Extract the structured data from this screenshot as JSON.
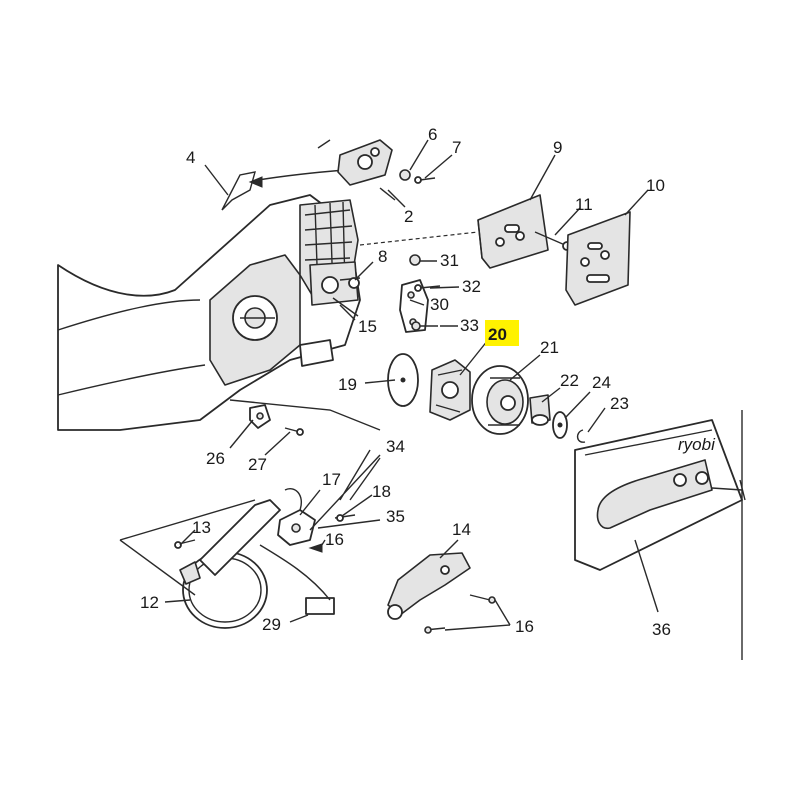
{
  "diagram": {
    "callouts": [
      {
        "id": "4",
        "label": "4"
      },
      {
        "id": "6",
        "label": "6"
      },
      {
        "id": "7",
        "label": "7"
      },
      {
        "id": "2",
        "label": "2"
      },
      {
        "id": "9",
        "label": "9"
      },
      {
        "id": "10",
        "label": "10"
      },
      {
        "id": "11",
        "label": "11"
      },
      {
        "id": "8",
        "label": "8"
      },
      {
        "id": "31",
        "label": "31"
      },
      {
        "id": "32",
        "label": "32"
      },
      {
        "id": "30",
        "label": "30"
      },
      {
        "id": "33",
        "label": "33"
      },
      {
        "id": "15",
        "label": "15"
      },
      {
        "id": "20",
        "label": "20"
      },
      {
        "id": "21",
        "label": "21"
      },
      {
        "id": "19",
        "label": "19"
      },
      {
        "id": "22",
        "label": "22"
      },
      {
        "id": "24",
        "label": "24"
      },
      {
        "id": "23",
        "label": "23"
      },
      {
        "id": "26",
        "label": "26"
      },
      {
        "id": "27",
        "label": "27"
      },
      {
        "id": "34",
        "label": "34"
      },
      {
        "id": "17",
        "label": "17"
      },
      {
        "id": "18",
        "label": "18"
      },
      {
        "id": "35",
        "label": "35"
      },
      {
        "id": "16a",
        "label": "16"
      },
      {
        "id": "13",
        "label": "13"
      },
      {
        "id": "14",
        "label": "14"
      },
      {
        "id": "12",
        "label": "12"
      },
      {
        "id": "29",
        "label": "29"
      },
      {
        "id": "16b",
        "label": "16"
      },
      {
        "id": "36",
        "label": "36"
      }
    ],
    "highlighted_part": "20",
    "highlight_color": "#fff200",
    "bar_logo_text": "ryobi"
  }
}
